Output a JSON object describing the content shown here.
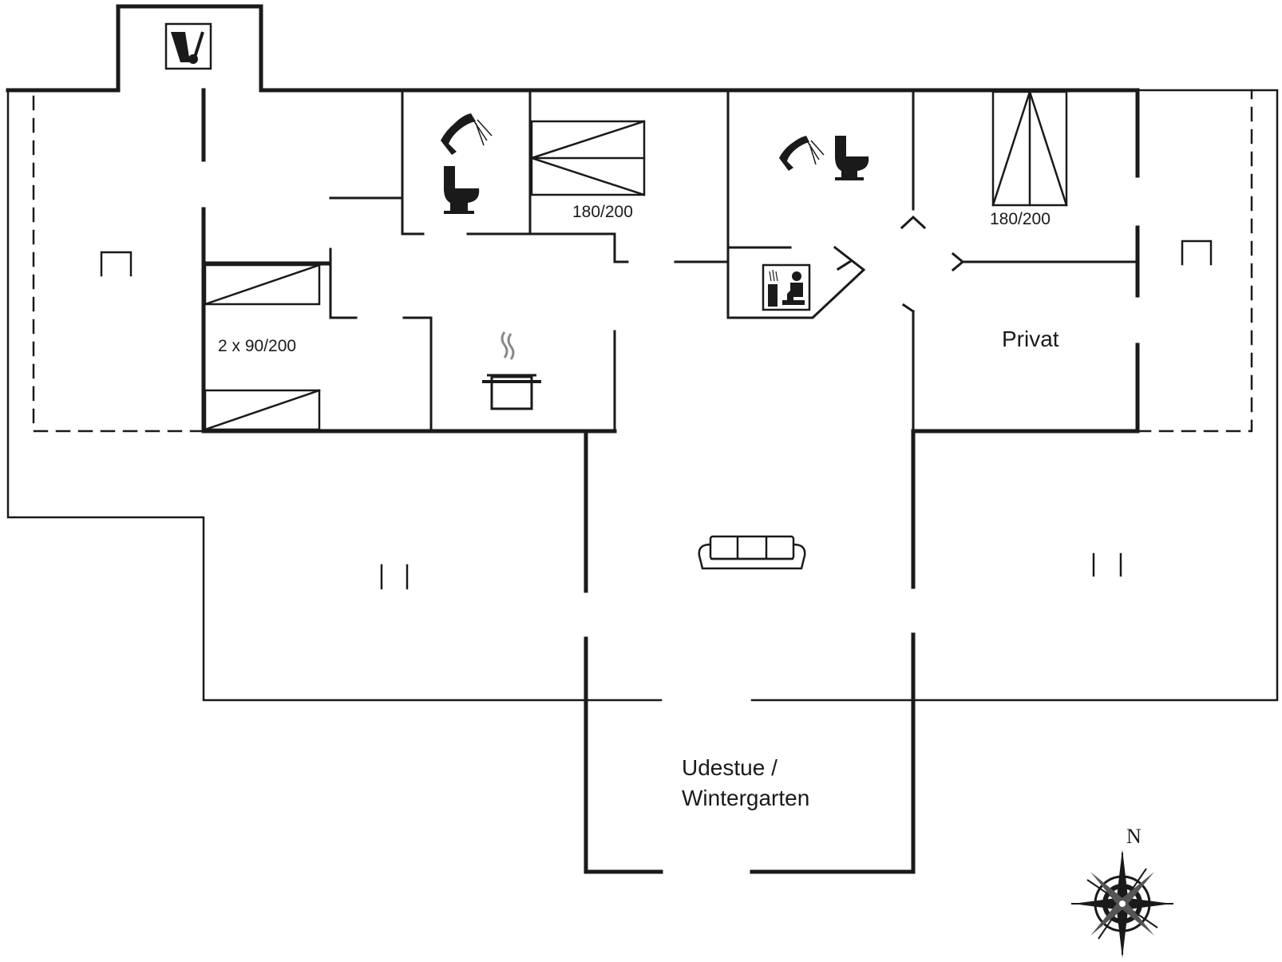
{
  "labels": {
    "bedroom_1": "180/200",
    "bedroom_2": "180/200",
    "bunk_room": "2 x 90/200",
    "private_room": "Privat",
    "sunroom_line1": "Udestue /",
    "sunroom_line2": "Wintergarten",
    "north": "N"
  },
  "icons": {
    "utility": "washing-machine-icon",
    "bathroom_1": [
      "shower-icon",
      "toilet-icon"
    ],
    "bathroom_2": [
      "shower-icon",
      "toilet-icon"
    ],
    "sauna": "sauna-icon",
    "kitchen": "cooking-pot-icon",
    "living": "sofa-icon",
    "compass": "compass-rose-icon"
  },
  "colors": {
    "wall": "#1a1a1a",
    "background": "#ffffff"
  }
}
